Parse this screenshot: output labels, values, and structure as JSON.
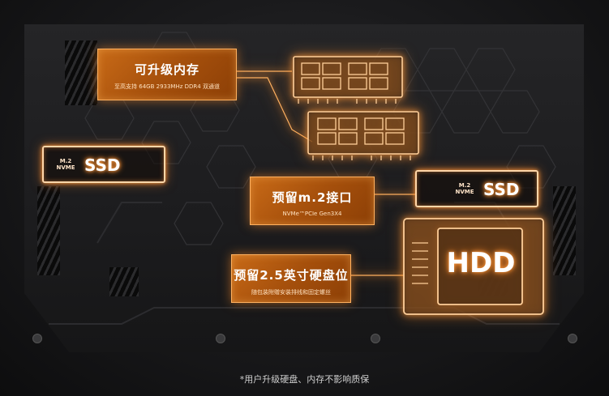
{
  "callouts": {
    "memory": {
      "title": "可升级内存",
      "subtitle": "至高支持 64GB 2933MHz DDR4 双通道"
    },
    "m2": {
      "title": "预留m.2接口",
      "subtitle": "NVMe™PCIe Gen3X4"
    },
    "hdd": {
      "title": "预留2.5英寸硬盘位",
      "subtitle": "随包装附赠安装排线和固定螺丝"
    }
  },
  "ssd_left": {
    "m2": "M.2",
    "nvme": "NVME",
    "label": "SSD"
  },
  "ssd_right": {
    "m2": "M.2",
    "nvme": "NVME",
    "label": "SSD"
  },
  "hdd_label": "HDD",
  "footnote": "*用户升级硬盘、内存不影响质保",
  "colors": {
    "accent": "#c86a17",
    "glow": "#ff9a3c",
    "outline": "#ffd6a8"
  }
}
